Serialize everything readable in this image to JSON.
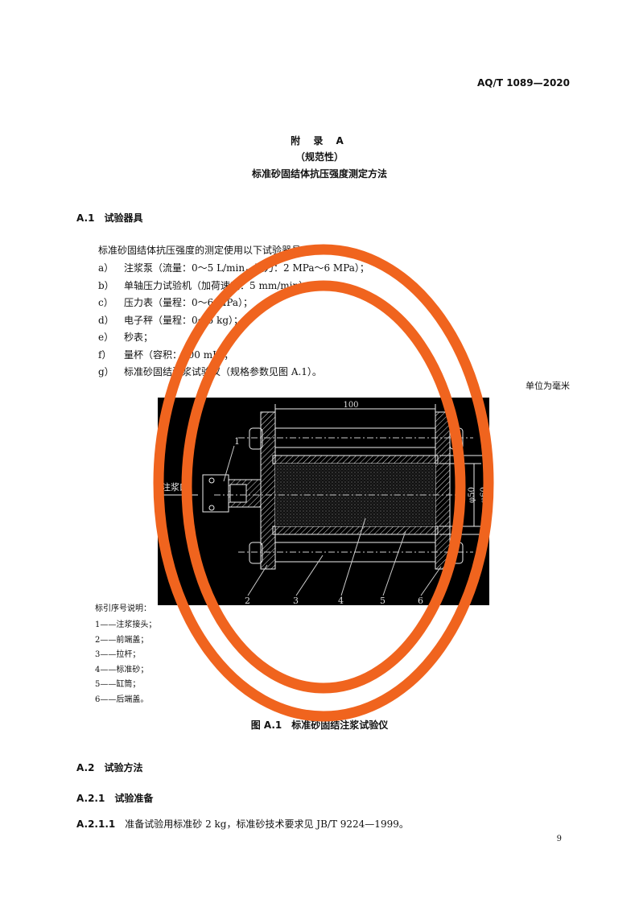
{
  "header": {
    "standard_number": "AQ/T 1089—2020"
  },
  "appendix": {
    "title": "附 录 A",
    "type": "（规范性）",
    "name": "标准砂固结体抗压强度测定方法"
  },
  "sections": {
    "a1": {
      "num": "A.1",
      "title": "试验器具"
    },
    "a2": {
      "num": "A.2",
      "title": "试验方法"
    },
    "a21": {
      "num": "A.2.1",
      "title": "试验准备"
    },
    "a211": {
      "num": "A.2.1.1",
      "text": "准备试验用标准砂 2 kg，标准砂技术要求见 JB/T 9224—1999。"
    }
  },
  "intro": "标准砂固结体抗压强度的测定使用以下试验器具：",
  "items": [
    {
      "label": "a）",
      "text": "注浆泵（流量：0～5 L/min，压力：2 MPa～6 MPa）；"
    },
    {
      "label": "b）",
      "text": "单轴压力试验机（加荷速度：5 mm/min）；"
    },
    {
      "label": "c）",
      "text": "压力表（量程：0～6 MPa）；"
    },
    {
      "label": "d）",
      "text": "电子秤（量程：0～5 kg）；"
    },
    {
      "label": "e）",
      "text": "秒表；"
    },
    {
      "label": "f）",
      "text": "量杯（容积：200 mL）；"
    },
    {
      "label": "g）",
      "text": "标准砂固结注浆试验仪（规格参数见图 A.1）。"
    }
  ],
  "figure": {
    "unit_note": "单位为毫米",
    "inlet_label": "注浆口",
    "dim_length": "100",
    "dim_d50": "φ50",
    "dim_d60": "φ60",
    "callouts": [
      "1",
      "2",
      "3",
      "4",
      "5",
      "6"
    ],
    "legend_title": "标引序号说明：",
    "legend": [
      "1——注浆接头；",
      "2——前端盖；",
      "3——拉杆；",
      "4——标准砂；",
      "5——缸筒；",
      "6——后端盖。"
    ],
    "caption": "图 A.1　标准砂固结注浆试验仪"
  },
  "footer": {
    "page_number": "9"
  },
  "colors": {
    "watermark": "#f0641e",
    "figure_bg": "#000000"
  }
}
